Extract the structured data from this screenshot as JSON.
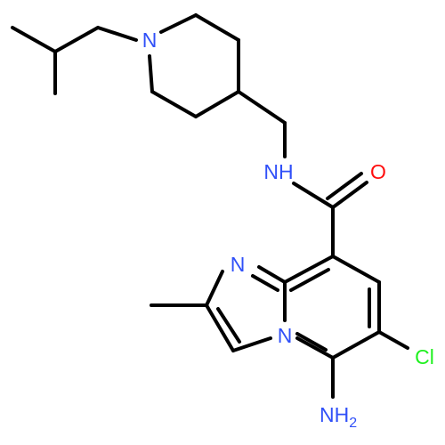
{
  "molecule": {
    "atom_labels": {
      "piperidine_n": "N",
      "amide_nh": "NH",
      "carbonyl_o": "O",
      "imidazole_n": "N",
      "bridgehead_n": "N",
      "chlorine": "Cl",
      "amine_n": "NH",
      "amine_subscript": "2"
    },
    "colors": {
      "bond": "#000000",
      "nitrogen": "#3050f8",
      "oxygen": "#ff0d0d",
      "chlorine": "#1ff01f"
    }
  }
}
